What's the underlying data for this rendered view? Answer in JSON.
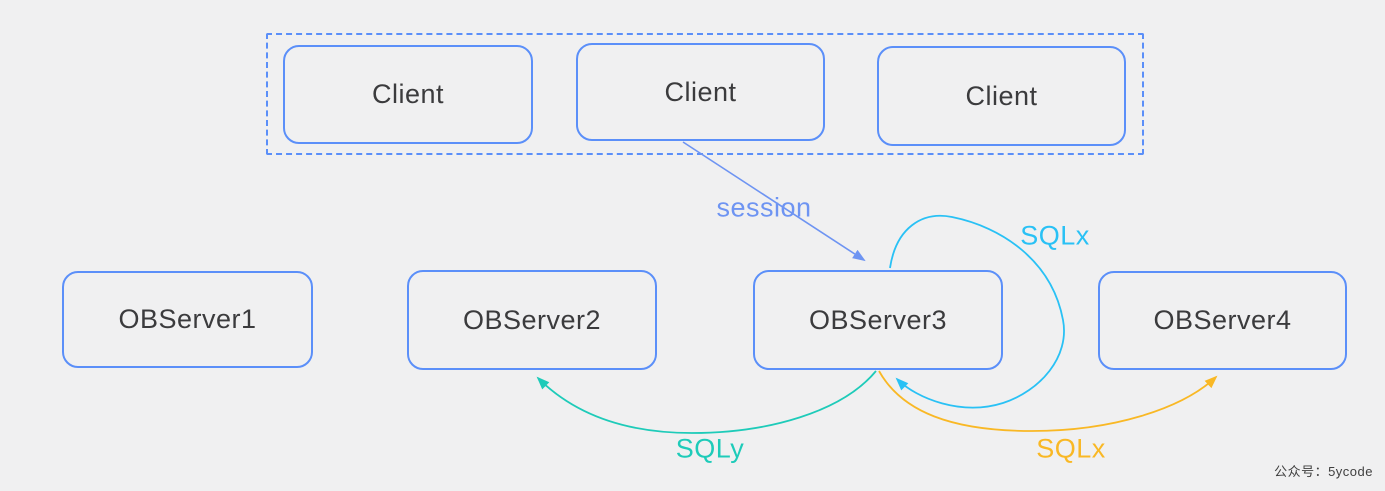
{
  "canvas": {
    "background": "#f0f0f1"
  },
  "colors": {
    "node_border": "#5b8ff9",
    "node_label": "#3b3b3d",
    "session_blue": "#6e94f2",
    "sqlx_cyan": "#29c1f5",
    "sqly_teal": "#1ecbb9",
    "sqlx_yellow": "#f9b825",
    "watermark": "#3f3f3f"
  },
  "clients": [
    {
      "label": "Client"
    },
    {
      "label": "Client"
    },
    {
      "label": "Client"
    }
  ],
  "servers": [
    {
      "label": "OBServer1"
    },
    {
      "label": "OBServer2"
    },
    {
      "label": "OBServer3"
    },
    {
      "label": "OBServer4"
    }
  ],
  "edges": {
    "session": {
      "label": "session",
      "from": "Client",
      "to": "OBServer3"
    },
    "sqlx_loop": {
      "label": "SQLx",
      "from": "OBServer3",
      "to": "OBServer3"
    },
    "sqly": {
      "label": "SQLy",
      "from": "OBServer3",
      "to": "OBServer2"
    },
    "sqlx_forward": {
      "label": "SQLx",
      "from": "OBServer3",
      "to": "OBServer4"
    }
  },
  "watermark": {
    "label": "公众号：5ycode"
  }
}
